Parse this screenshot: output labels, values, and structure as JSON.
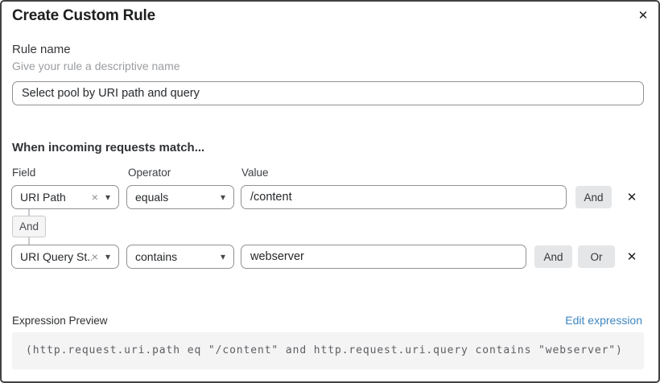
{
  "colors": {
    "accent_link": "#3e86c0",
    "dialog_border": "#414244",
    "button_bg": "#e5e6e7",
    "code_bg": "#f4f4f5"
  },
  "icons": {
    "close": "✕",
    "remove": "✕",
    "clear": "×",
    "caret": "▾"
  },
  "dialog": {
    "title": "Create Custom Rule"
  },
  "rule_name": {
    "label": "Rule name",
    "helper": "Give your rule a descriptive name",
    "value": "Select pool by URI path and query"
  },
  "matcher": {
    "heading": "When incoming requests match...",
    "columns": {
      "field": "Field",
      "operator": "Operator",
      "value": "Value"
    },
    "connector_label": "And",
    "rows": [
      {
        "field": "URI Path",
        "operator": "equals",
        "value": "/content",
        "and_label": "And"
      },
      {
        "field": "URI Query St...",
        "operator": "contains",
        "value": "webserver",
        "and_label": "And",
        "or_label": "Or"
      }
    ]
  },
  "expression": {
    "label": "Expression Preview",
    "edit_link": "Edit expression",
    "code": "(http.request.uri.path eq \"/content\" and http.request.uri.query contains \"webserver\")"
  }
}
